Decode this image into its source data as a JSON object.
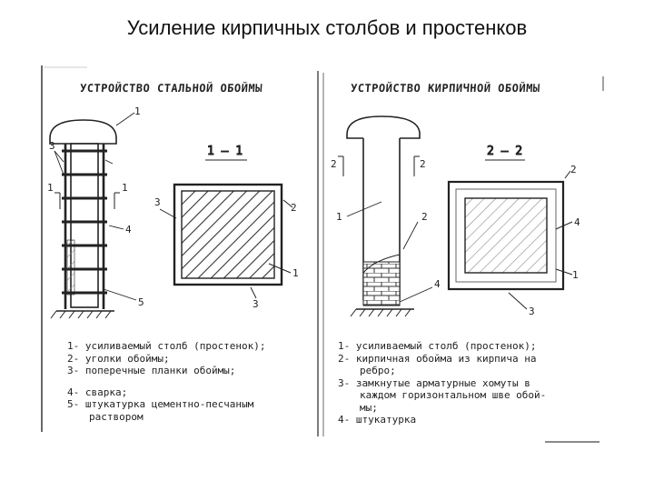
{
  "title": "Усиление кирпичных столбов и простенков",
  "left_panel": {
    "heading": "УСТРОЙСТВО СТАЛЬНОЙ ОБОЙМЫ",
    "section": "1 – 1",
    "markers": {
      "n1": "1",
      "n2": "2",
      "n3": "3",
      "n4": "4",
      "n5": "5",
      "cut": "1",
      "cut_r": "1"
    },
    "legend": [
      "1- усиливаемый столб (простенок);",
      "2- уголки обоймы;",
      "3- поперечные планки обоймы;",
      "4- сварка;",
      "5- штукатурка цементно-песчаным",
      "раствором"
    ]
  },
  "right_panel": {
    "heading": "УСТРОЙСТВО КИРПИЧНОЙ ОБОЙМЫ",
    "section": "2 – 2",
    "markers": {
      "n1": "1",
      "n2": "2",
      "n3": "3",
      "n4": "4",
      "cut": "2",
      "cut_r": "2"
    },
    "legend": [
      "1- усиливаемый столб (простенок);",
      "2- кирпичная обойма из кирпича на",
      "ребро;",
      "3- замкнутые арматурные хомуты в",
      "каждом горизонтальном шве обой-",
      "мы;",
      "4- штукатурка"
    ]
  }
}
